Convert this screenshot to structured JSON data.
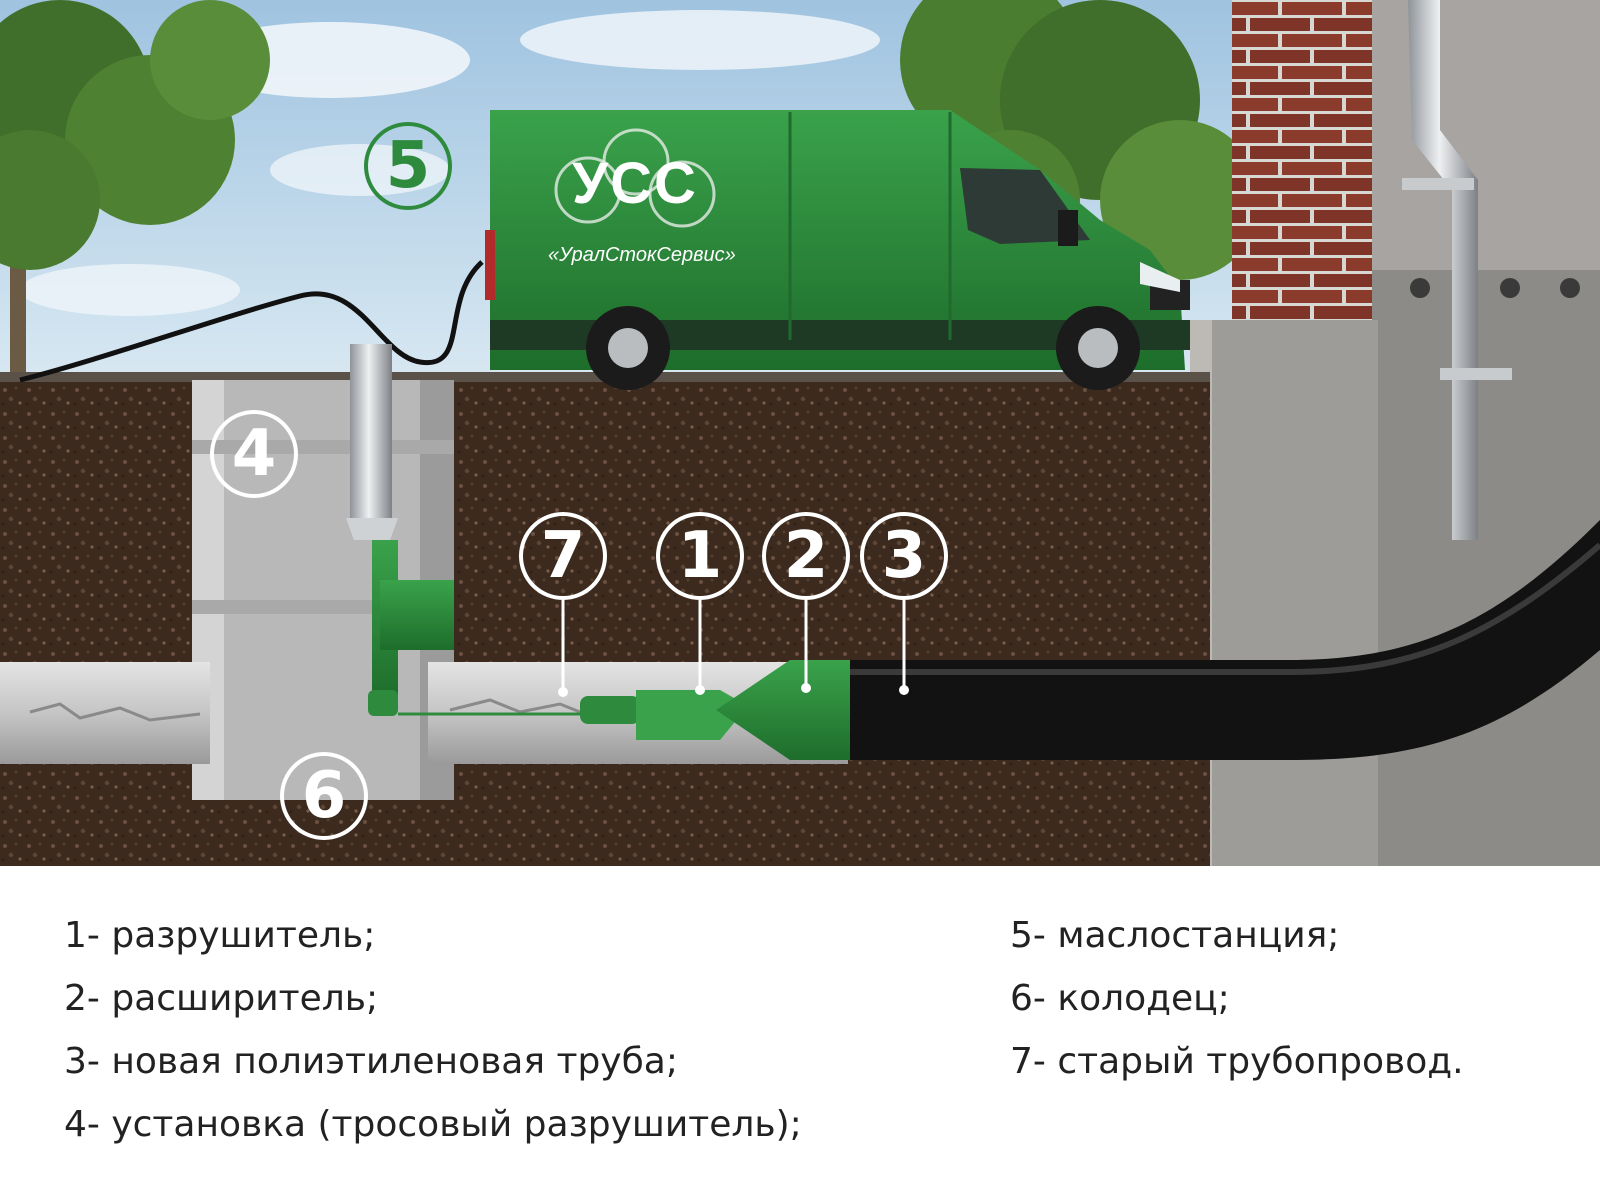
{
  "callouts": {
    "c1": "1",
    "c2": "2",
    "c3": "3",
    "c4": "4",
    "c5": "5",
    "c6": "6",
    "c7": "7"
  },
  "van": {
    "logo_letters": "УСС",
    "company_name": "«УралСтокСервис»",
    "color": "#2e8b3e"
  },
  "legend": {
    "left": [
      "1- разрушитель;",
      "2- расширитель;",
      "3- новая полиэтиленовая труба;",
      "4- установка (тросовый разрушитель);"
    ],
    "right": [
      "5- маслостанция;",
      "6- колодец;",
      "7- старый трубопровод."
    ]
  },
  "colors": {
    "soil": "#3e2a1e",
    "sky": "#bcd7ea",
    "equipment_green": "#2e8b3e",
    "new_pipe": "#111111",
    "brick": "#8a3b2c"
  }
}
